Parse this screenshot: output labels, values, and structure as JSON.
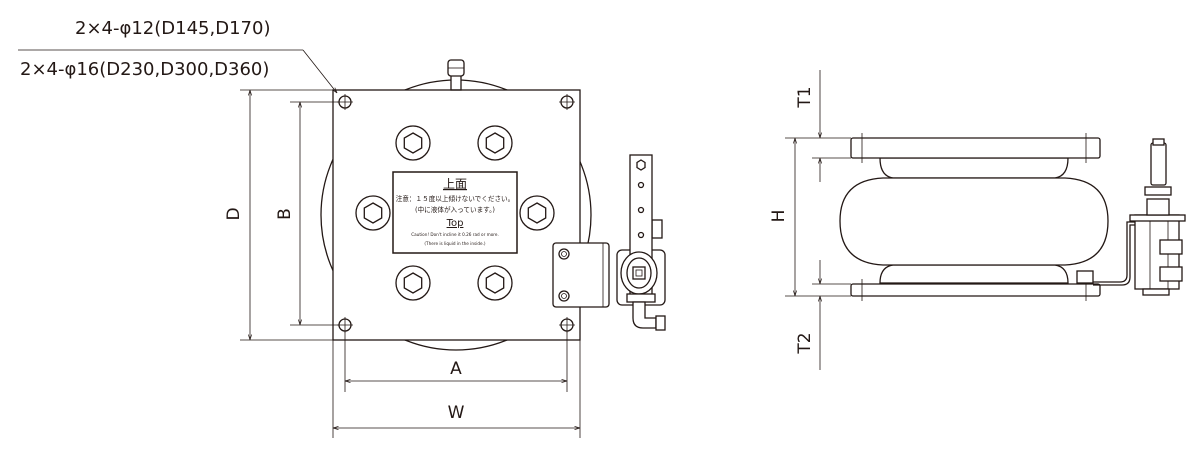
{
  "callouts": {
    "hole_small": "2×4-φ12(D145,D170)",
    "hole_large": "2×4-φ16(D230,D300,D360)"
  },
  "dimensions": {
    "D": "D",
    "B": "B",
    "A": "A",
    "W": "W",
    "T1": "T1",
    "H": "H",
    "T2": "T2"
  },
  "label_plate": {
    "title_jp": "上面",
    "caution_jp_1": "注意：１５度以上傾けないでください。",
    "caution_jp_2": "(中に液体が入っています。)",
    "title_en": "Top",
    "caution_en_1": "Caution! Don't incline it 0.26 rad or more.",
    "caution_en_2": "(There is liquid in the inside.)"
  },
  "colors": {
    "line": "#231815"
  }
}
